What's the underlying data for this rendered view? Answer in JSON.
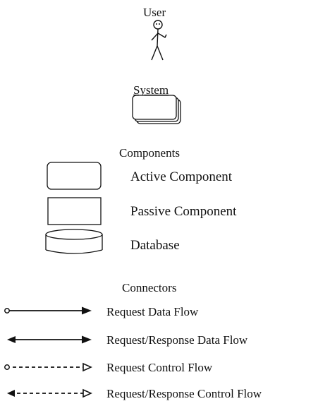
{
  "system_section": {
    "user_label": "User",
    "system_label": "System"
  },
  "components": {
    "heading": "Components",
    "items": [
      {
        "label": "Active Component",
        "icon": "rounded-rectangle-icon"
      },
      {
        "label": "Passive Component",
        "icon": "rectangle-icon"
      },
      {
        "label": "Database",
        "icon": "cylinder-icon"
      }
    ]
  },
  "connectors": {
    "heading": "Connectors",
    "items": [
      {
        "label": "Request Data Flow",
        "icon": "solid-arrow-open-circle-tail-icon"
      },
      {
        "label": "Request/Response Data Flow",
        "icon": "solid-double-arrow-icon"
      },
      {
        "label": "Request Control Flow",
        "icon": "dashed-arrow-open-circle-tail-icon"
      },
      {
        "label": "Request/Response Control Flow",
        "icon": "dashed-double-arrow-icon"
      }
    ]
  },
  "colors": {
    "ink": "#111111",
    "background": "#ffffff"
  }
}
